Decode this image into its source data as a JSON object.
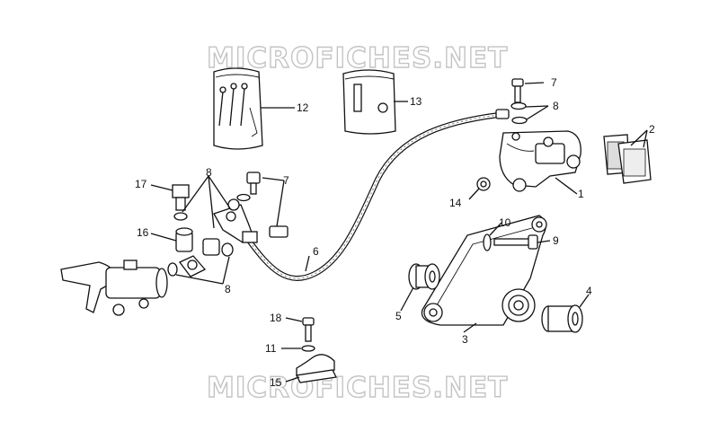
{
  "watermark": {
    "text": "MICROFICHES.NET"
  },
  "callouts": [
    {
      "id": "1",
      "label": "1"
    },
    {
      "id": "2",
      "label": "2"
    },
    {
      "id": "3",
      "label": "3"
    },
    {
      "id": "4",
      "label": "4"
    },
    {
      "id": "5",
      "label": "5"
    },
    {
      "id": "6",
      "label": "6"
    },
    {
      "id": "7a",
      "label": "7"
    },
    {
      "id": "7b",
      "label": "7"
    },
    {
      "id": "8a",
      "label": "8"
    },
    {
      "id": "8b",
      "label": "8"
    },
    {
      "id": "8c",
      "label": "8"
    },
    {
      "id": "9",
      "label": "9"
    },
    {
      "id": "10",
      "label": "10"
    },
    {
      "id": "11",
      "label": "11"
    },
    {
      "id": "12",
      "label": "12"
    },
    {
      "id": "13",
      "label": "13"
    },
    {
      "id": "14",
      "label": "14"
    },
    {
      "id": "15",
      "label": "15"
    },
    {
      "id": "16",
      "label": "16"
    },
    {
      "id": "17",
      "label": "17"
    },
    {
      "id": "18",
      "label": "18"
    }
  ],
  "colors": {
    "ink": "#111111",
    "watermark_outline": "#c4c4c4",
    "background": "#ffffff"
  }
}
